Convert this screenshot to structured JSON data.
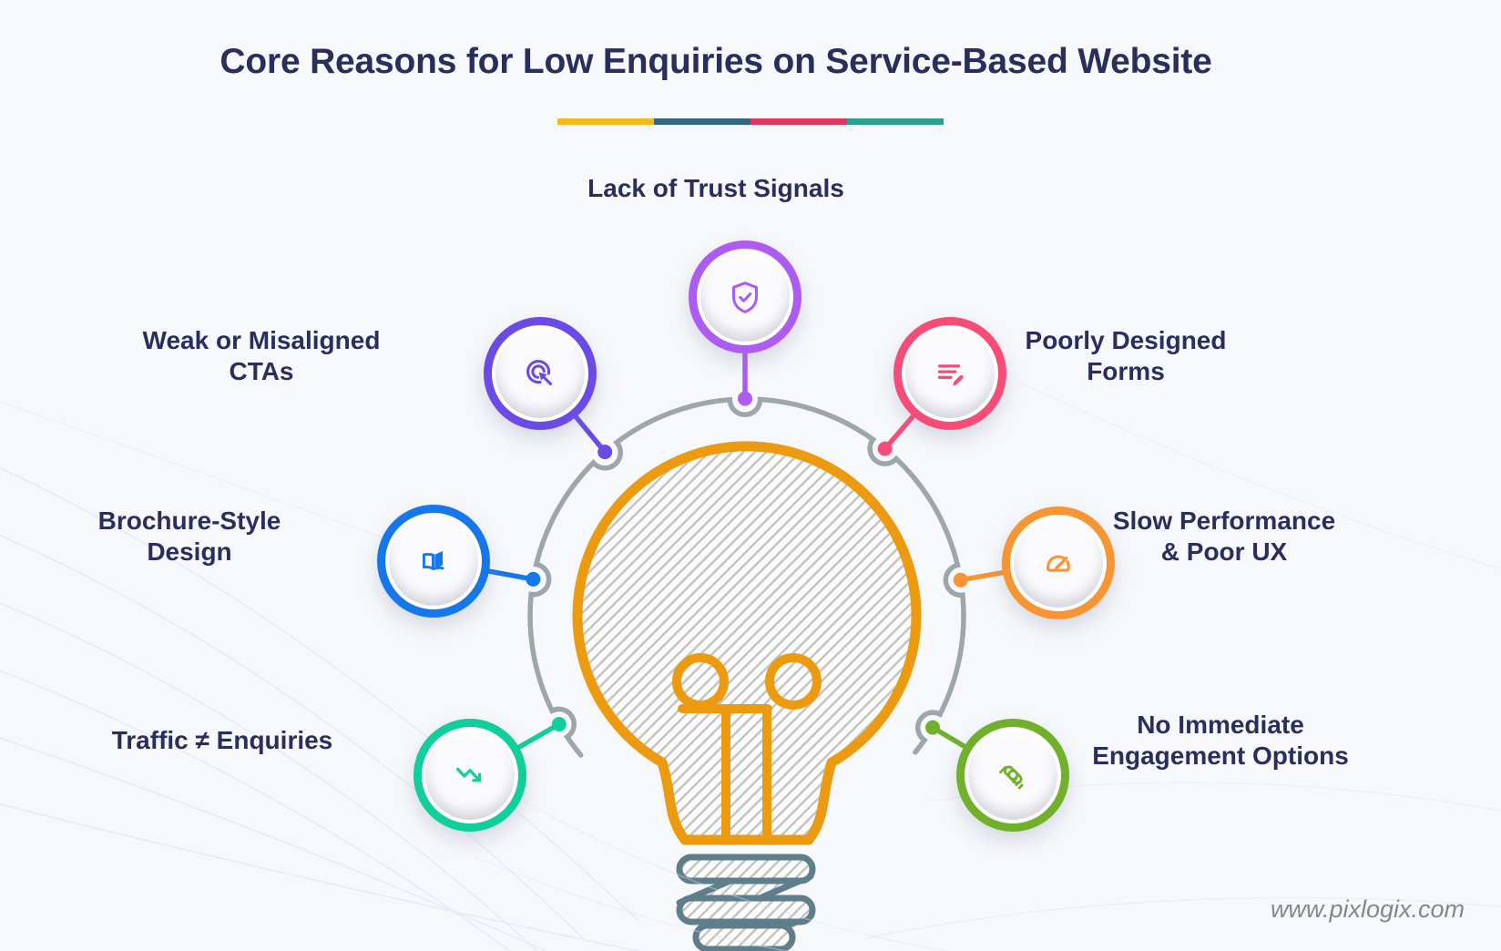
{
  "page": {
    "background_color": "#F7F8FB",
    "watermark": "www.pixlogix.com"
  },
  "header": {
    "title": "Core Reasons for Low Enquiries on Service-Based Website",
    "title_color": "#2A2E5C",
    "divider_colors": [
      "#F5B91E",
      "#33697E",
      "#DC3960",
      "#2E9E8E"
    ]
  },
  "bulb": {
    "outline_color": "#EC9A10",
    "hatch_color": "#C3C3C3",
    "glass_fill": "#FBFBF9",
    "base_color": "#5E7E8C",
    "arc_color": "#9CA6AB"
  },
  "nodes": [
    {
      "label": "Lack of Trust Signals",
      "lines": [
        "Lack of Trust Signals"
      ],
      "color": "#AE5BF2",
      "icon": "shield-check-icon"
    },
    {
      "label": "Weak or Misaligned CTAs",
      "lines": [
        "Weak or Misaligned",
        "CTAs"
      ],
      "color": "#6B4AE6",
      "icon": "cursor-click-icon"
    },
    {
      "label": "Poorly Designed Forms",
      "lines": [
        "Poorly Designed",
        "Forms"
      ],
      "color": "#F64D78",
      "icon": "form-pencil-icon"
    },
    {
      "label": "Brochure-Style Design",
      "lines": [
        "Brochure-Style",
        "Design"
      ],
      "color": "#1677EA",
      "icon": "open-book-icon"
    },
    {
      "label": "Slow Performance & Poor UX",
      "lines": [
        "Slow Performance",
        "& Poor UX"
      ],
      "color": "#F79433",
      "icon": "speedometer-icon"
    },
    {
      "label": "Traffic ≠ Enquiries",
      "lines": [
        "Traffic ≠ Enquiries"
      ],
      "color": "#12CD9C",
      "icon": "trend-down-icon"
    },
    {
      "label": "No Immediate Engagement Options",
      "lines": [
        "No Immediate",
        "Engagement Options"
      ],
      "color": "#70B02B",
      "icon": "handshake-icon"
    }
  ]
}
